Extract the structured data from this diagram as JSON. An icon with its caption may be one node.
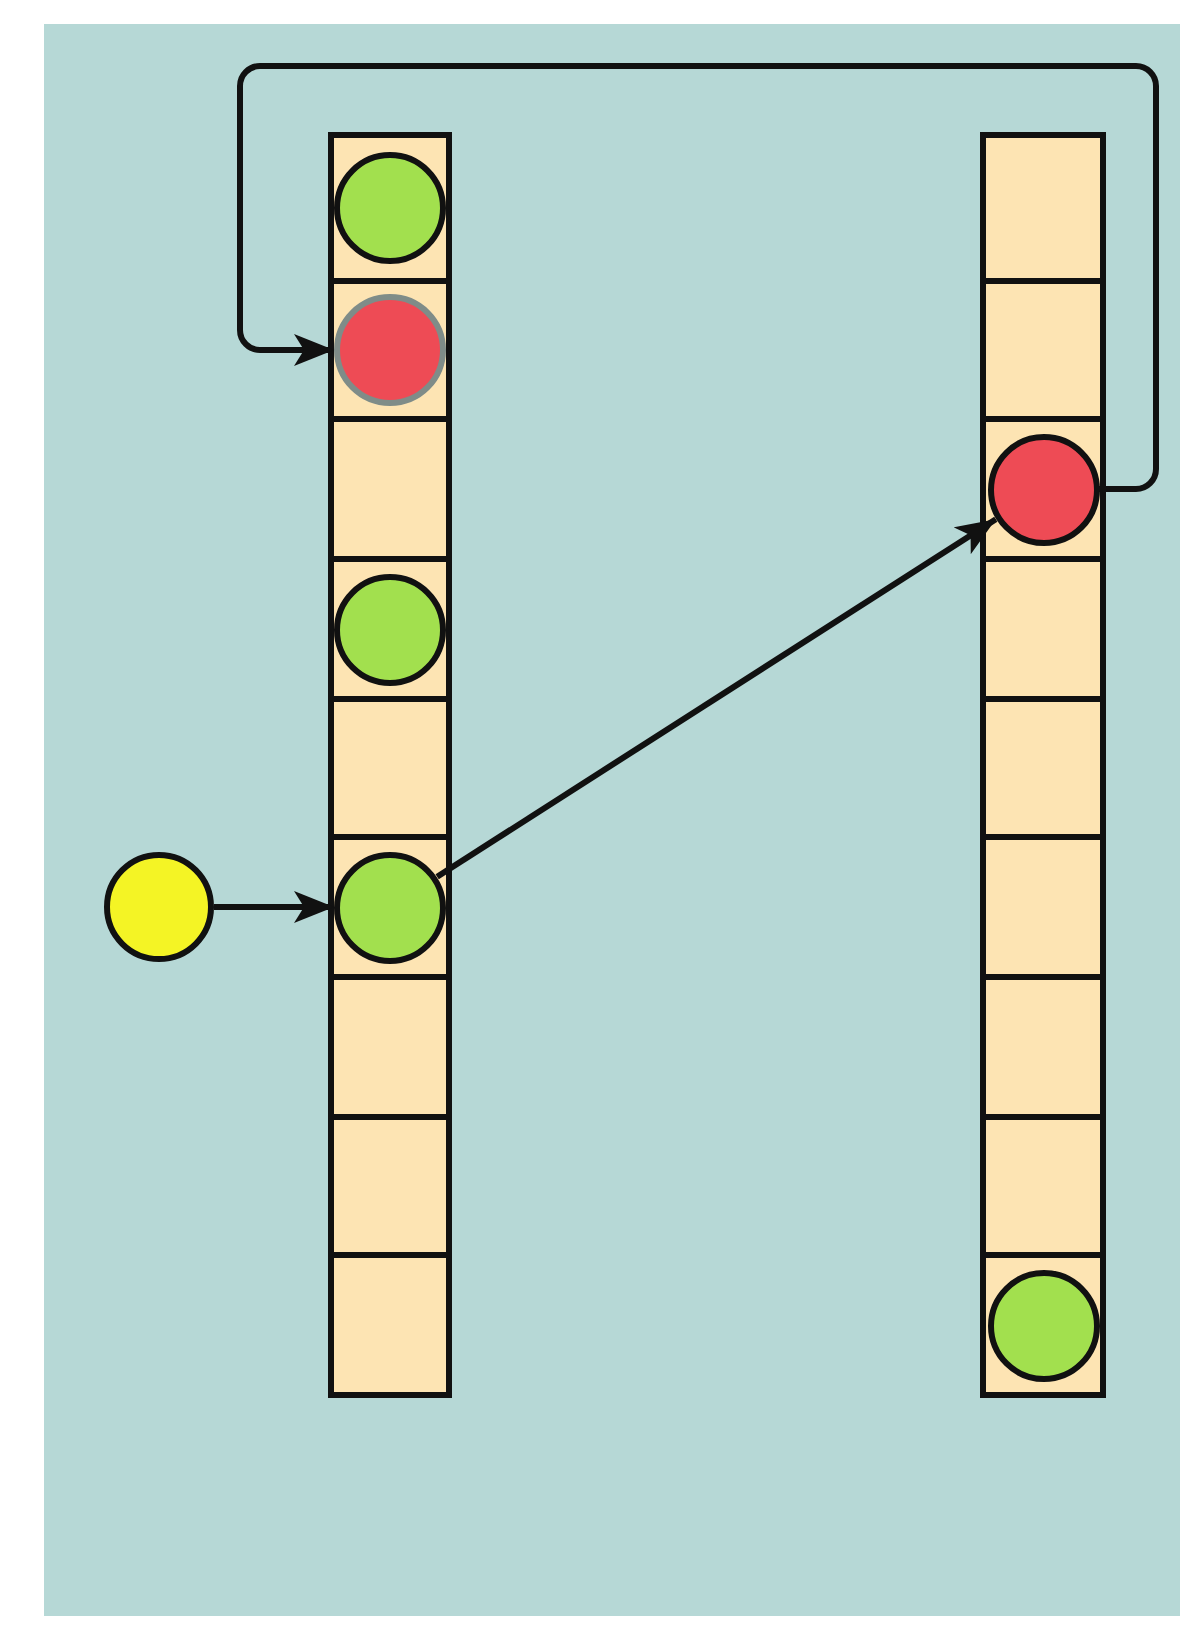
{
  "diagram": {
    "nodes": [
      {
        "text": [],
        "shape": "circle"
      },
      {
        "text": [],
        "shape": "bar"
      },
      {
        "text": [],
        "shape": "box",
        "in": 1
      },
      {
        "text": [],
        "shape": "circle",
        "in": 2
      },
      {
        "text": [],
        "shape": "box",
        "in": 1
      },
      {
        "text": [],
        "shape": "circle",
        "in": 4
      },
      {
        "text": [],
        "shape": "box",
        "in": 1
      },
      {
        "text": [],
        "shape": "box",
        "in": 1
      },
      {
        "text": [],
        "shape": "circle",
        "in": 7
      },
      {
        "text": [],
        "shape": "box",
        "in": 1
      },
      {
        "text": [],
        "shape": "box",
        "in": 1
      },
      {
        "text": [],
        "shape": "circle",
        "in": 10
      },
      {
        "text": [],
        "shape": "box",
        "in": 1
      },
      {
        "text": [],
        "shape": "box",
        "in": 1
      },
      {
        "text": [],
        "shape": "box",
        "in": 1
      },
      {
        "text": [],
        "shape": "bar"
      },
      {
        "text": [],
        "shape": "box",
        "in": 15
      },
      {
        "text": [],
        "shape": "box",
        "in": 15
      },
      {
        "text": [],
        "shape": "box",
        "in": 15
      },
      {
        "text": [],
        "shape": "circle",
        "in": 18
      },
      {
        "text": [],
        "shape": "box",
        "in": 15
      },
      {
        "text": [],
        "shape": "box",
        "in": 15
      },
      {
        "text": [],
        "shape": "box",
        "in": 15
      },
      {
        "text": [],
        "shape": "box",
        "in": 15
      },
      {
        "text": [],
        "shape": "box",
        "in": 15
      },
      {
        "text": [],
        "shape": "box",
        "in": 15
      },
      {
        "text": [],
        "shape": "circle",
        "in": 25
      }
    ],
    "edges": [
      {
        "from": 0,
        "to": 11,
        "arrow": "to"
      },
      {
        "from": 11,
        "to": 19,
        "arrow": "to"
      },
      {
        "from": 19,
        "to": 5,
        "arrow": "to"
      }
    ]
  }
}
